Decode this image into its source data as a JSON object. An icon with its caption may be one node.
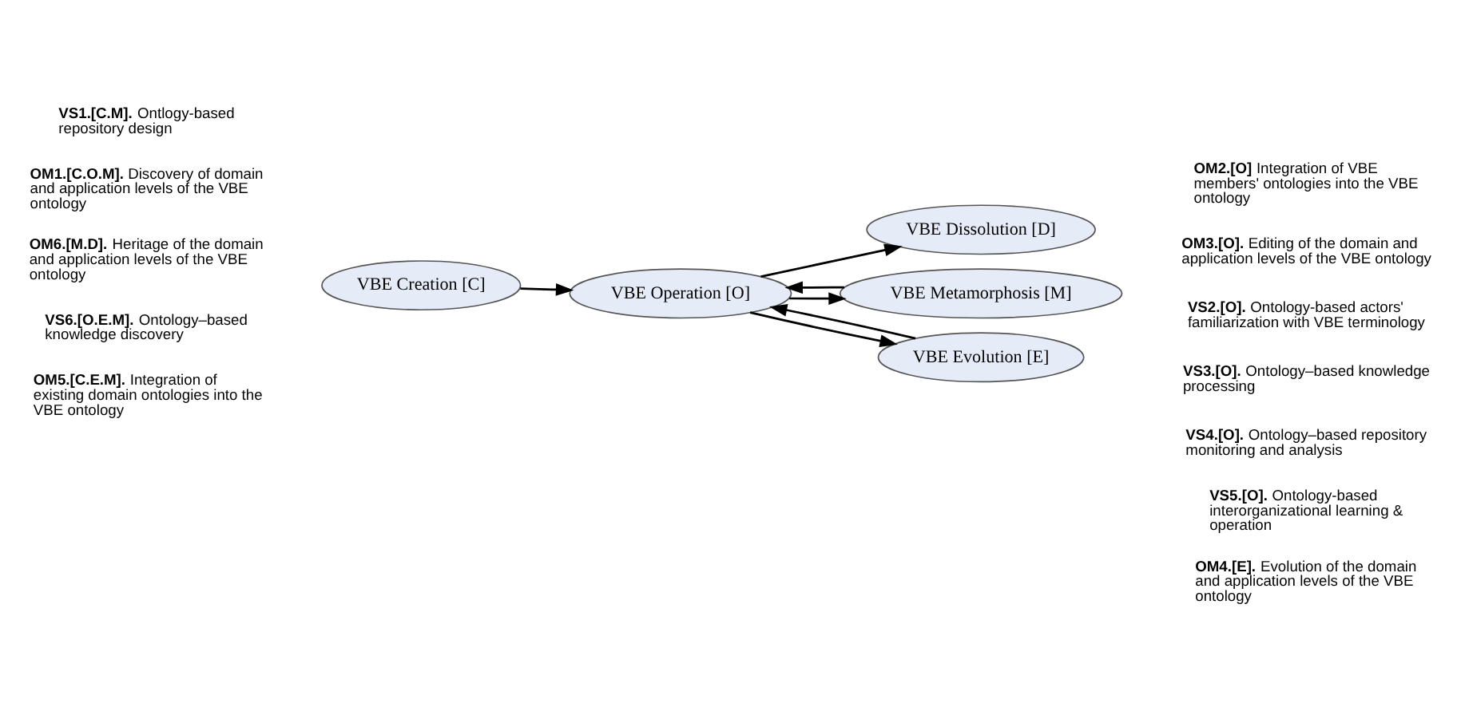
{
  "diagram": {
    "nodes": [
      {
        "text": [
          "VBE Creation [C]"
        ]
      },
      {
        "text": [
          "VBE Dissolution [D]"
        ]
      },
      {
        "text": [
          "VBE Operation [O]"
        ]
      },
      {
        "text": [
          "VBE Metamorphosis [M]"
        ]
      },
      {
        "text": [
          "VBE Evolution [E]"
        ]
      }
    ],
    "edges": [
      {
        "from": 0,
        "to": 2,
        "arrow": "to"
      },
      {
        "from": 4,
        "to": 2,
        "arrow": "to"
      },
      {
        "from": 3,
        "to": 2,
        "arrow": "to"
      },
      {
        "from": 2,
        "to": 4,
        "arrow": "to"
      },
      {
        "from": 2,
        "to": 3,
        "arrow": "to"
      },
      {
        "from": 2,
        "to": 1,
        "arrow": "to"
      }
    ],
    "labels": [
      "**VS1.[C.M].** Ontlogy-based repository design",
      "**OM2.[O]** Integration of VBE members' ontologies into the VBE ontology",
      "**OM1.[C.O.M].** Discovery of domain and application levels of the VBE ontology",
      "**OM3.[O].** Editing of the domain and application levels of the VBE ontology",
      "**OM6.[M.D].** Heritage of the domain and application levels of the VBE ontology",
      "**VS2.[O].** Ontology-based actors' familiarization with VBE terminology",
      "**VS3.[O].** Ontology–based knowledge processing",
      "**VS6.[O.E.M].** Ontology–based knowledge discovery",
      "**VS4.[O].** Ontology–based repository monitoring and analysis",
      "**VS5.[O].** Ontology-based interorganizational learning & operation",
      "**OM5.[C.E.M].** Integration of existing domain ontologies into the VBE ontology",
      "**OM4.[E].** Evolution of the domain and application levels of the VBE ontology"
    ]
  }
}
